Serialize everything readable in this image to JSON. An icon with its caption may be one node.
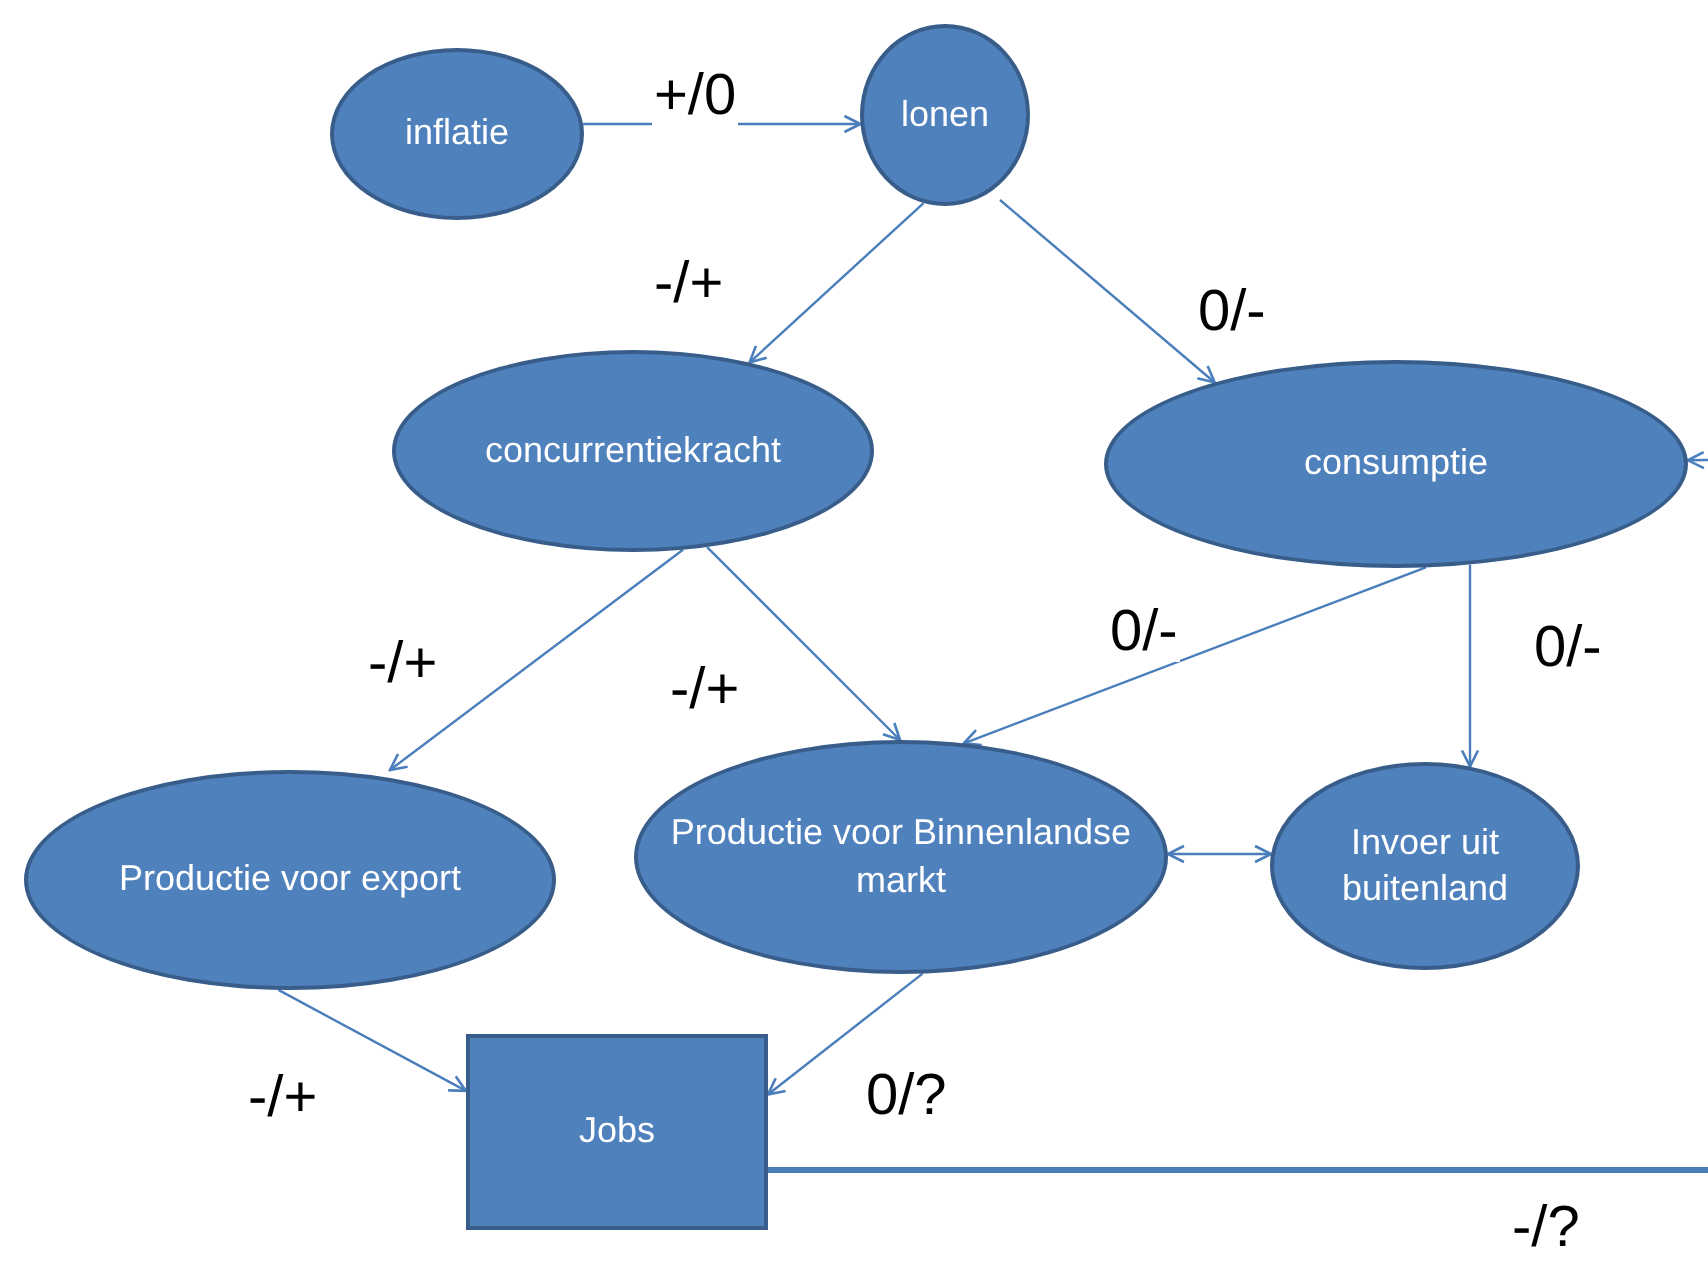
{
  "diagram": {
    "nodes": [
      {
        "text": [
          "inflatie"
        ]
      },
      {
        "text": [
          "lonen"
        ]
      },
      {
        "text": [
          "concurrentiekracht"
        ]
      },
      {
        "text": [
          "consumptie"
        ]
      },
      {
        "text": [
          "Productie voor export"
        ]
      },
      {
        "text": [
          "Productie voor Binnenlandse markt"
        ]
      },
      {
        "text": [
          "Invoer uit buitenland"
        ]
      },
      {
        "text": [
          "Jobs"
        ]
      }
    ],
    "edges": [
      {
        "from": 0,
        "to": 1,
        "arrow": "to",
        "label": "+/0"
      },
      {
        "from": 1,
        "to": 2,
        "arrow": "to",
        "label": "-/+"
      },
      {
        "from": 1,
        "to": 3,
        "arrow": "to",
        "label": "0/-"
      },
      {
        "from": 2,
        "to": 4,
        "arrow": "to",
        "label": "-/+"
      },
      {
        "from": 2,
        "to": 5,
        "arrow": "to",
        "label": "-/+"
      },
      {
        "from": 3,
        "to": 5,
        "arrow": "to",
        "label": "0/-"
      },
      {
        "from": 3,
        "to": 6,
        "arrow": "to",
        "label": "0/-"
      },
      {
        "from": 5,
        "to": 6,
        "arrow": "both"
      },
      {
        "from": 4,
        "to": 7,
        "arrow": "to",
        "label": "-/+"
      },
      {
        "from": 5,
        "to": 7,
        "arrow": "to",
        "label": "0/?"
      },
      {
        "from": 7,
        "to": null,
        "arrow": "none",
        "label": "-/?",
        "style": "thick"
      },
      {
        "from": null,
        "to": 3,
        "arrow": "to"
      }
    ]
  }
}
